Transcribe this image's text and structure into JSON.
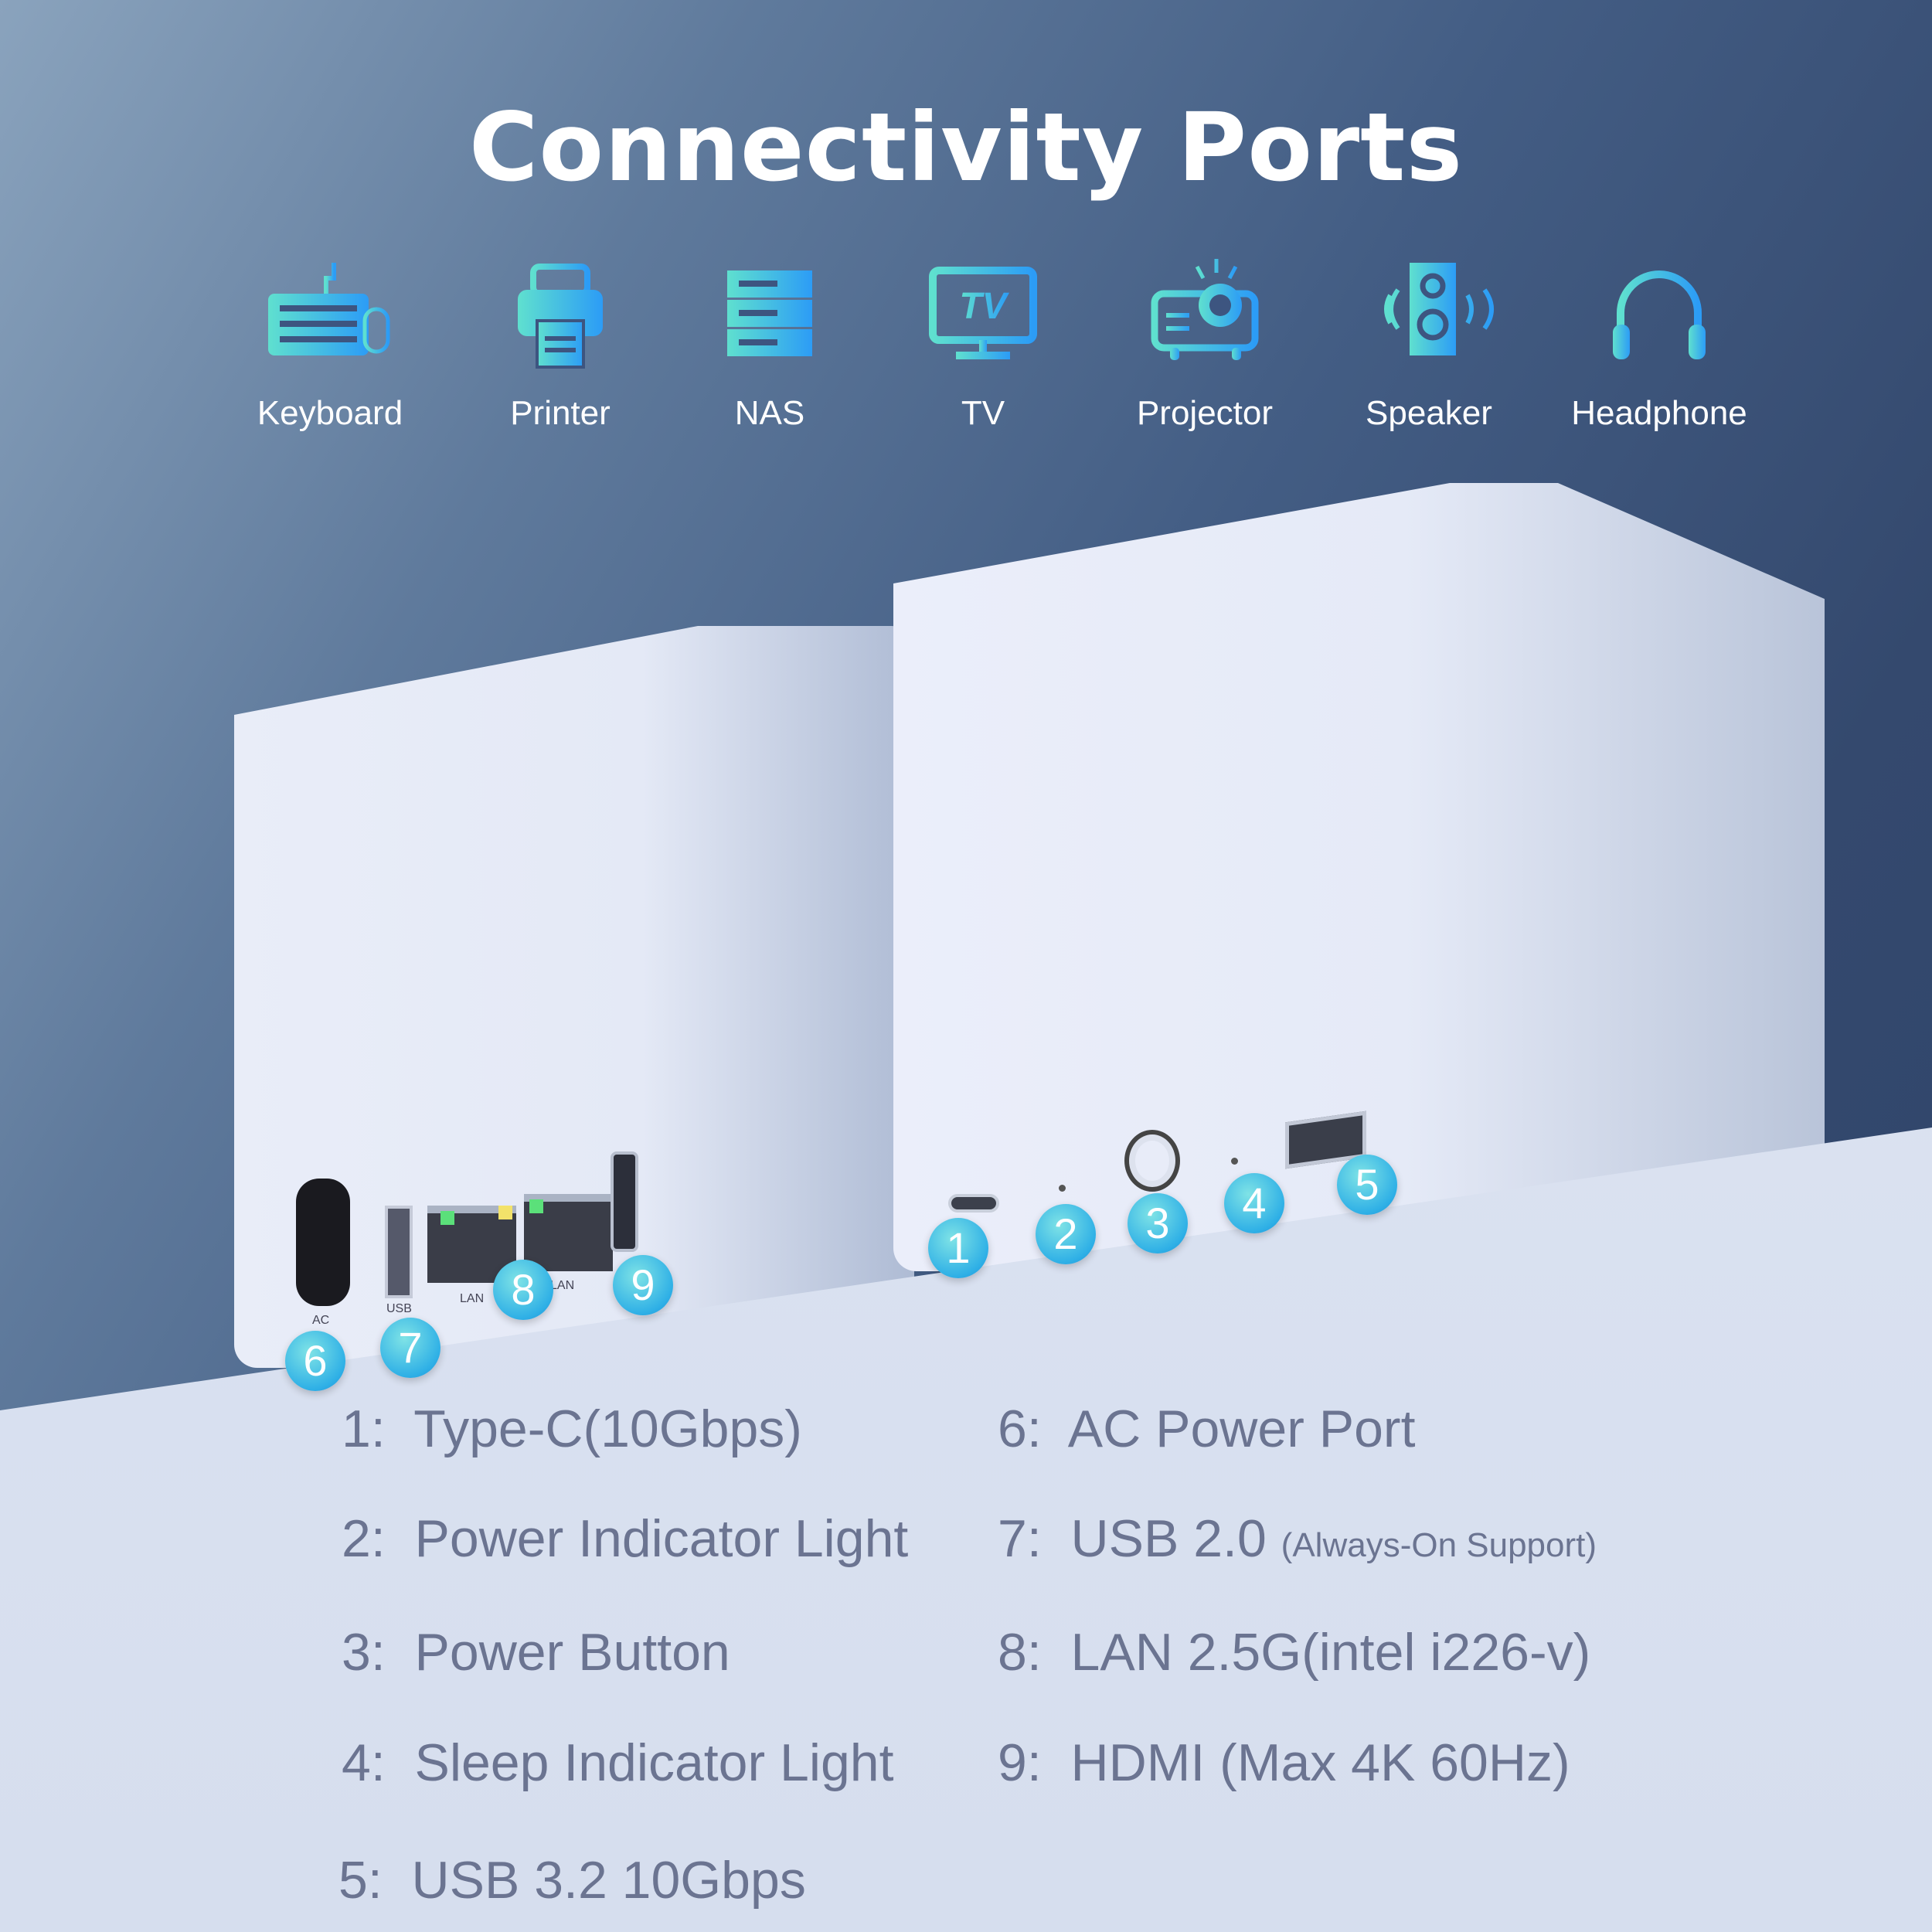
{
  "title": "Connectivity Ports",
  "devices": [
    {
      "label": "Keyboard",
      "icon": "keyboard-icon"
    },
    {
      "label": "Printer",
      "icon": "printer-icon"
    },
    {
      "label": "NAS",
      "icon": "nas-icon"
    },
    {
      "label": "TV",
      "icon": "tv-icon"
    },
    {
      "label": "Projector",
      "icon": "projector-icon"
    },
    {
      "label": "Speaker",
      "icon": "speaker-icon"
    },
    {
      "label": "Headphone",
      "icon": "headphone-icon"
    }
  ],
  "tv_icon_text": "TV",
  "port_labels": {
    "ac": "AC",
    "usb": "USB",
    "lan1": "LAN",
    "lan2": "LAN"
  },
  "badges": [
    "1",
    "2",
    "3",
    "4",
    "5",
    "6",
    "7",
    "8",
    "9"
  ],
  "ports": [
    {
      "num": "1:",
      "name": "Type-C(10Gbps)",
      "note": ""
    },
    {
      "num": "2:",
      "name": "Power Indicator Light",
      "note": ""
    },
    {
      "num": "3:",
      "name": "Power Button",
      "note": ""
    },
    {
      "num": "4:",
      "name": "Sleep Indicator Light",
      "note": ""
    },
    {
      "num": "5:",
      "name": "USB 3.2 10Gbps",
      "note": ""
    },
    {
      "num": "6:",
      "name": "AC Power Port",
      "note": ""
    },
    {
      "num": "7:",
      "name": "USB 2.0",
      "note": "(Always-On Support)"
    },
    {
      "num": "8:",
      "name": "LAN 2.5G(intel i226-v)",
      "note": ""
    },
    {
      "num": "9:",
      "name": "HDMI (Max 4K 60Hz)",
      "note": ""
    }
  ],
  "colors": {
    "accent_start": "#6ee0d0",
    "accent_end": "#2e9ef8",
    "text": "#6b7491"
  }
}
